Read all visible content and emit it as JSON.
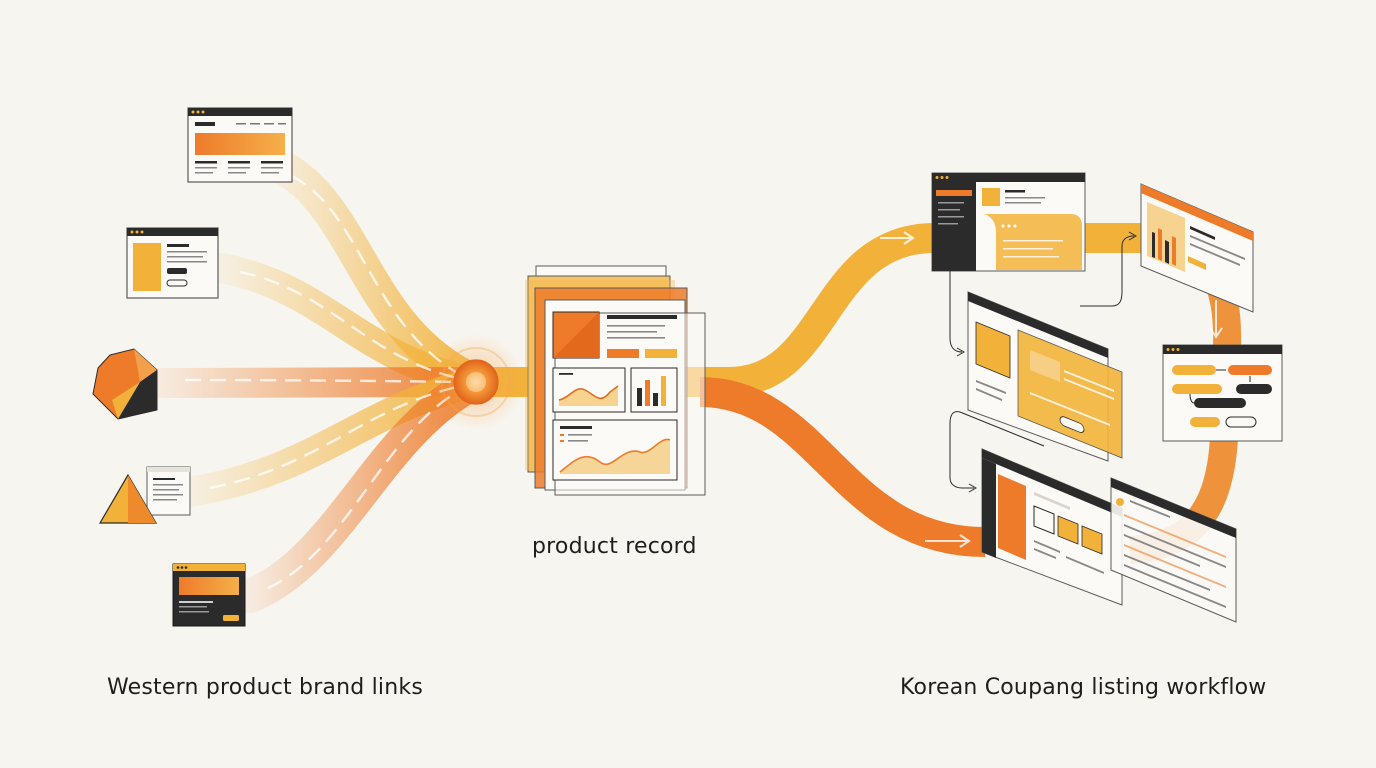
{
  "labels": {
    "sources": "Western product brand links",
    "hub": "product record",
    "destination": "Korean Coupang listing workflow"
  },
  "colors": {
    "background": "#f7f5f0",
    "orange": "#ed7b2a",
    "amber": "#f2b23a",
    "dark": "#2b2b2b",
    "paper": "#fbfaf6"
  },
  "icons": {
    "sources": [
      "browser-window-icon",
      "browser-window-icon",
      "polyhedron-icon",
      "triangle-document-icon",
      "dark-browser-window-icon"
    ],
    "hub": "document-stack-icon",
    "destination": [
      "listing-window-icon",
      "chart-window-icon",
      "product-window-icon",
      "flowchart-window-icon",
      "catalog-window-icon",
      "table-window-icon"
    ]
  }
}
